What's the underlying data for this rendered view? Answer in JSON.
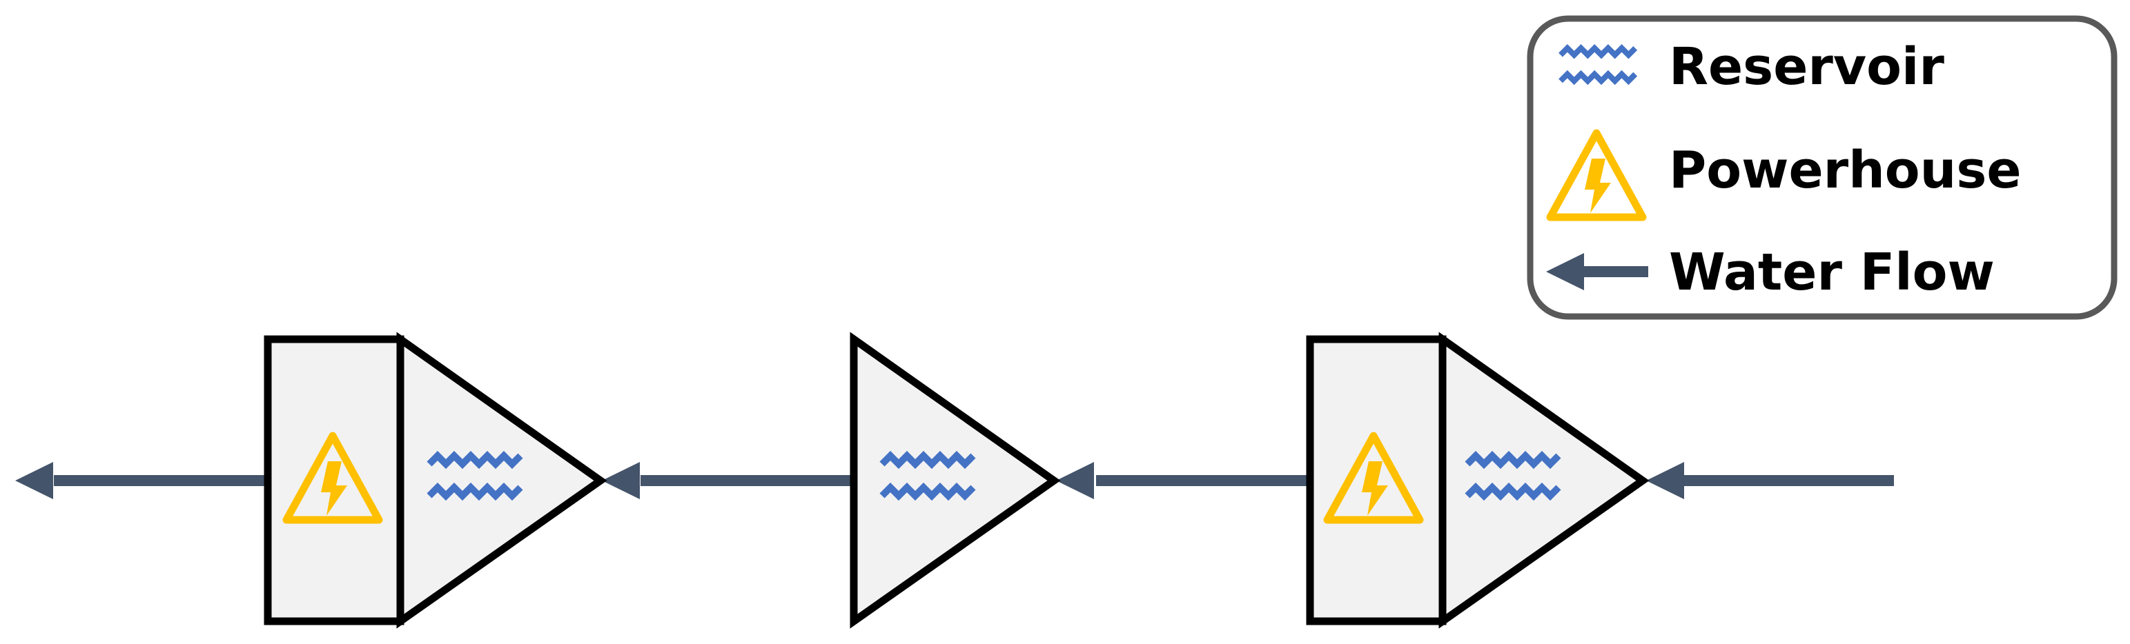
{
  "legend": {
    "reservoir_label": "Reservoir",
    "powerhouse_label": "Powerhouse",
    "water_flow_label": "Water Flow"
  },
  "icons": {
    "reservoir": "reservoir-waves-icon",
    "powerhouse": "powerhouse-lightning-icon",
    "water_flow": "water-flow-arrow-icon"
  },
  "colors": {
    "reservoir_waves": "#4472C4",
    "powerhouse": "#FFC000",
    "flow_arrow": "#44546A",
    "shape_fill": "#F2F2F2",
    "outline": "#000000",
    "legend_border": "#595959"
  },
  "stages": [
    {
      "component": "powerhouse-and-reservoir"
    },
    {
      "component": "reservoir"
    },
    {
      "component": "powerhouse-and-reservoir"
    }
  ],
  "flow_direction": "right-to-left"
}
